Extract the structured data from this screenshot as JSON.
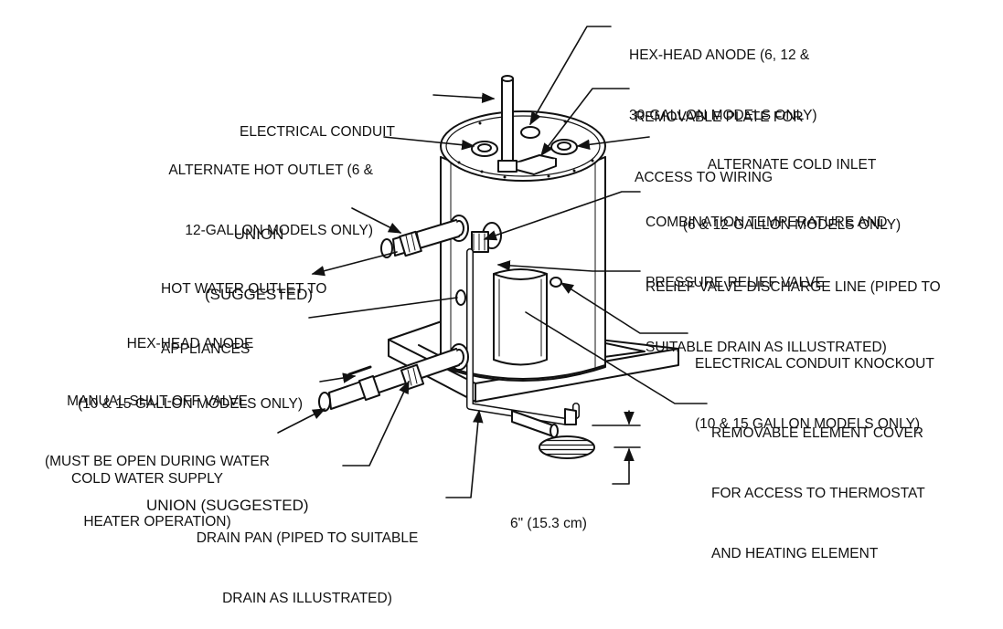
{
  "labels": {
    "hex_head_anode_top": [
      "HEX-HEAD ANODE (6, 12 &",
      "30-GALLON MODELS ONLY)"
    ],
    "electrical_conduit": [
      "ELECTRICAL CONDUIT"
    ],
    "removable_plate": [
      "REMOVABLE PLATE FOR",
      "ACCESS TO WIRING"
    ],
    "alternate_hot_outlet": [
      "ALTERNATE HOT OUTLET (6 &",
      "12-GALLON MODELS ONLY)"
    ],
    "alternate_cold_inlet": [
      "ALTERNATE COLD INLET",
      "(6 & 12-GALLON MODELS ONLY)"
    ],
    "union_upper": [
      "UNION",
      "(SUGGESTED)"
    ],
    "combination_valve": [
      "COMBINATION TEMPERATURE AND",
      "PRESSURE RELIEF VALVE"
    ],
    "hot_water_outlet": [
      "HOT WATER OUTLET TO",
      "APPLIANCES"
    ],
    "relief_discharge": [
      "RELIEF VALVE DISCHARGE LINE (PIPED TO",
      "SUITABLE DRAIN AS ILLUSTRATED)"
    ],
    "hex_head_anode_side": [
      "HEX-HEAD ANODE",
      "(10 & 15 GALLON MODELS ONLY)"
    ],
    "conduit_knockout": [
      "ELECTRICAL CONDUIT KNOCKOUT",
      "(10 & 15 GALLON MODELS ONLY)"
    ],
    "shutoff_valve": [
      "MANUAL SHUT-OFF VALVE",
      "(MUST BE OPEN DURING WATER",
      "HEATER OPERATION)"
    ],
    "element_cover": [
      "REMOVABLE ELEMENT COVER",
      "FOR ACCESS TO THERMOSTAT",
      "AND HEATING ELEMENT"
    ],
    "cold_water_supply": [
      "COLD WATER SUPPLY"
    ],
    "union_lower": [
      "UNION (SUGGESTED)"
    ],
    "dimension": [
      "6\" (15.3 cm)"
    ],
    "drain_pan": [
      "DRAIN PAN (PIPED TO SUITABLE",
      "DRAIN AS ILLUSTRATED)"
    ]
  }
}
